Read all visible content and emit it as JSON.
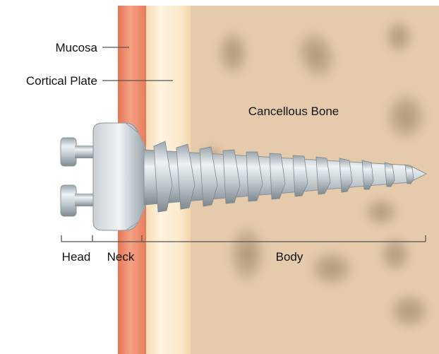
{
  "labels": {
    "mucosa": "Mucosa",
    "cortical_plate": "Cortical Plate",
    "cancellous_bone": "Cancellous Bone",
    "head": "Head",
    "neck": "Neck",
    "body": "Body"
  },
  "colors": {
    "mucosa_mid": "#F0906E",
    "mucosa_edge": "#E57656",
    "cortical_light": "#FDF1D8",
    "cortical_mid": "#F7DDB4",
    "cancellous_bg": "#E5CBAC",
    "cancellous_blob": "#A98F72",
    "screw_light": "#E8EDF0",
    "screw_mid": "#B7C0C6",
    "screw_dark": "#7E8990",
    "leader_line": "#555555"
  }
}
